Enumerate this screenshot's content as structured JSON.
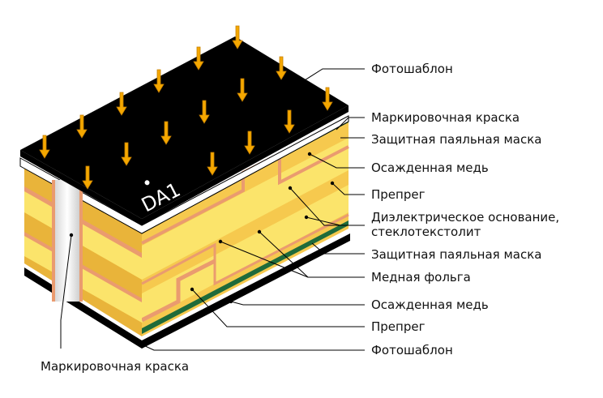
{
  "title": "",
  "board": {
    "marking": "DA1"
  },
  "labels": {
    "photomask_top": "Фотошаблон",
    "marking_ink_right": "Маркировочная краска",
    "solder_mask_top": "Защитная паяльная маска",
    "plated_copper_top": "Осажденная медь",
    "prepreg_top": "Препрег",
    "dielectric_line1": "Диэлектрическое основание,",
    "dielectric_line2": "стеклотекстолит",
    "solder_mask_bottom": "Защитная паяльная маска",
    "copper_foil": "Медная фольга",
    "plated_copper_bottom": "Осажденная медь",
    "prepreg_bottom": "Препрег",
    "photomask_bottom": "Фотошаблон",
    "marking_ink_left": "Маркировочная краска"
  },
  "colors": {
    "photomask": "#000000",
    "arrow": "#f5a800",
    "arrow_stroke": "#c57f00",
    "prepreg": "#f6c94e",
    "prepreg_side": "#e9b43a",
    "dielectric": "#fbe46b",
    "copper": "#ea9b6f",
    "solder_mask": "#1f6b3a",
    "marking_ink": "#ffffff"
  }
}
